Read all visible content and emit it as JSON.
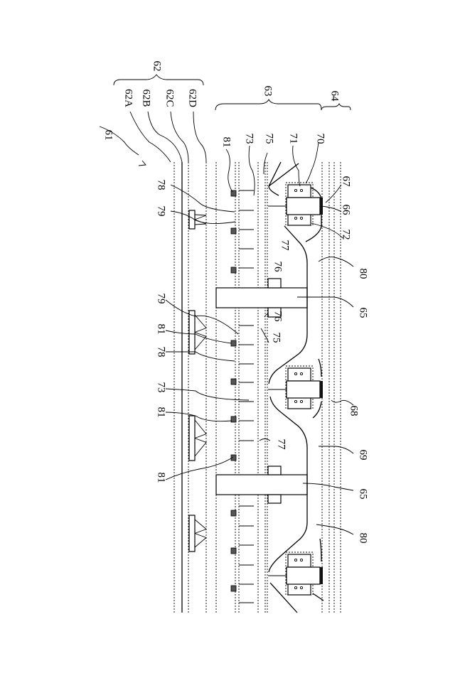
{
  "figure": {
    "type": "patent-cross-section",
    "orientation": "rotated-90-clockwise",
    "labels": {
      "assembly": "61",
      "cover_group": "62",
      "cover_layers": [
        "62A",
        "62B",
        "62C",
        "62D"
      ],
      "frame_group": "63",
      "base_group": "64",
      "cross_member": "65",
      "clamp_body": "66",
      "clamp_pad": "67",
      "base_layers": "68",
      "base_sheet": "69",
      "clamp_upper": "70",
      "arm": "71",
      "clamp_lower": "72",
      "panel": "73",
      "rail": "75",
      "bracket": "76",
      "brace": "77",
      "strip": "78",
      "tick": "79",
      "cavity": "80",
      "block": "81"
    }
  }
}
